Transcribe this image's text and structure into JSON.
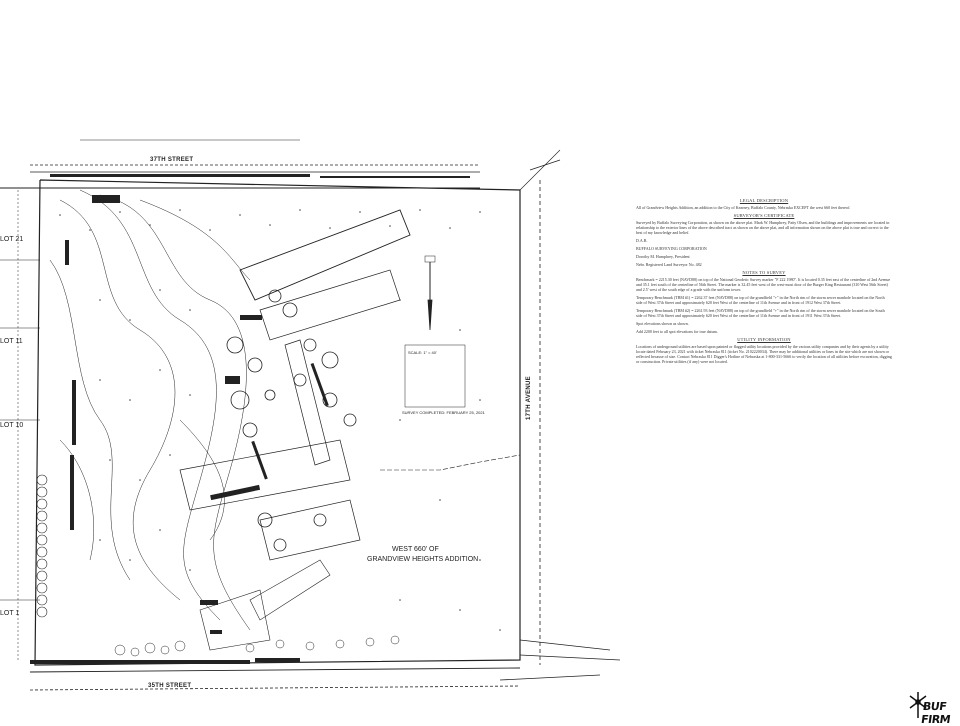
{
  "plat": {
    "street_top": "37TH STREET",
    "street_bottom": "35TH STREET",
    "avenue_right": "17TH AVENUE",
    "lots": [
      "LOT 21",
      "LOT 11",
      "LOT 10",
      "LOT 1"
    ],
    "addition_line1": "WEST 660' OF",
    "addition_line2": "GRANDVIEW HEIGHTS ADDITION",
    "legend_scale": "SCALE: 1\" = 40'",
    "survey_completed": "SURVEY COMPLETED: FEBRUARY 25, 2021"
  },
  "notes": {
    "legal_heading": "LEGAL DESCRIPTION",
    "legal_text": "All of Grandview Heights Addition, an addition to the City of Kearney, Buffalo County, Nebraska EXCEPT the west 660 feet thereof.",
    "cert_heading": "SURVEYOR'S CERTIFICATE",
    "cert_text": "Surveyed by Buffalo Surveying Corporation, as shown on the above plat. Mark W. Humphrey, Patty Olsen, and the buildings and improvements are located in relationship to the exterior lines of the above described tract as shown on the above plat, and all information shown on the above plat is true and correct to the best of my knowledge and belief.",
    "company": "BUFFALO SURVEYING CORPORATION",
    "date_label": "D.A.B.",
    "signer": "Dorothy M. Humphrey, President",
    "signer_reg": "Nebr. Registered Land Surveyor No. 482",
    "survey_notes_heading": "NOTES TO SURVEY",
    "survey_notes_1": "Benchmark = 2215.30 feet (NAVD88) on top of the National Geodetic Survey marker \"F 222 1980\". It is located 0.35 feet east of the centerline of 2nd Avenue and 35.1 feet south of the centerline of 56th Street. The marker is 32.45 feet west of the west-most door of the Burger King Restaurant (310 West 56th Street) and 2.5' west of the south edge of a grade with the uniform tower.",
    "survey_notes_2": "Temporary Benchmark (TBM #1) = 2262.37 feet (NAVD88) on top of the grandfield \"+\" in the North rim of the storm sewer manhole located on the North side of West 37th Street and approximately 620 feet West of the centerline of 11th Avenue and in front of 1912 West 37th Street.",
    "survey_notes_3": "Temporary Benchmark (TBM #2) = 2261.93 feet (NAVD88) on top of the grandfield \"+\" in the North rim of the storm sewer manhole located on the South side of West 37th Street and approximately 620 feet West of the centerline of 11th Avenue and in front of 1911 West 37th Street.",
    "survey_notes_4": "Spot elevations shown as shown.",
    "survey_notes_5": "Add 2200 feet to all spot elevations for true datum.",
    "utility_heading": "UTILITY INFORMATION",
    "utility_text": "Locations of underground utilities are based upon painted or flagged utility locations provided by the various utility companies and by their agents by a utility locate dated February 23, 2021 with ticket Nebraska 811 (ticket No. 2102220034). There may be additional utilities or lines in the site which are not shown or reflected because of size. Contact Nebraska 811 Digger's Hotline of Nebraska at 1-800-331-5666 to verify the location of all utilities before excavation, digging or construction. Private utilities (if any) were not located."
  },
  "logo": {
    "text": "BUF FIRM",
    "icon": "windmill-icon"
  }
}
